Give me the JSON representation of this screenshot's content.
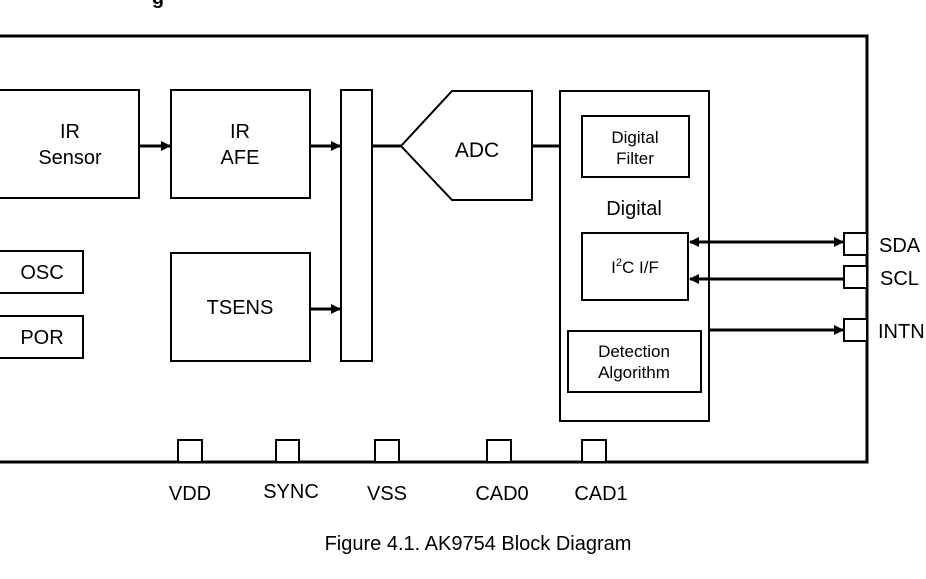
{
  "heading_fragment": "g",
  "diagram": {
    "blocks": {
      "ir_sensor": [
        "IR",
        "Sensor"
      ],
      "ir_afe": [
        "IR",
        "AFE"
      ],
      "osc": "OSC",
      "por": "POR",
      "tsens": "TSENS",
      "adc": "ADC",
      "digital_filter": [
        "Digital",
        "Filter"
      ],
      "digital": "Digital",
      "i2c_if": {
        "prefix": "I",
        "superscript": "2",
        "suffix": "C I/F"
      },
      "detection_algorithm": [
        "Detection",
        "Algorithm"
      ]
    },
    "right_pins": [
      "SDA",
      "SCL",
      "INTN"
    ],
    "bottom_pins": [
      "VDD",
      "SYNC",
      "VSS",
      "CAD0",
      "CAD1"
    ]
  },
  "caption": "Figure 4.1. AK9754 Block Diagram"
}
